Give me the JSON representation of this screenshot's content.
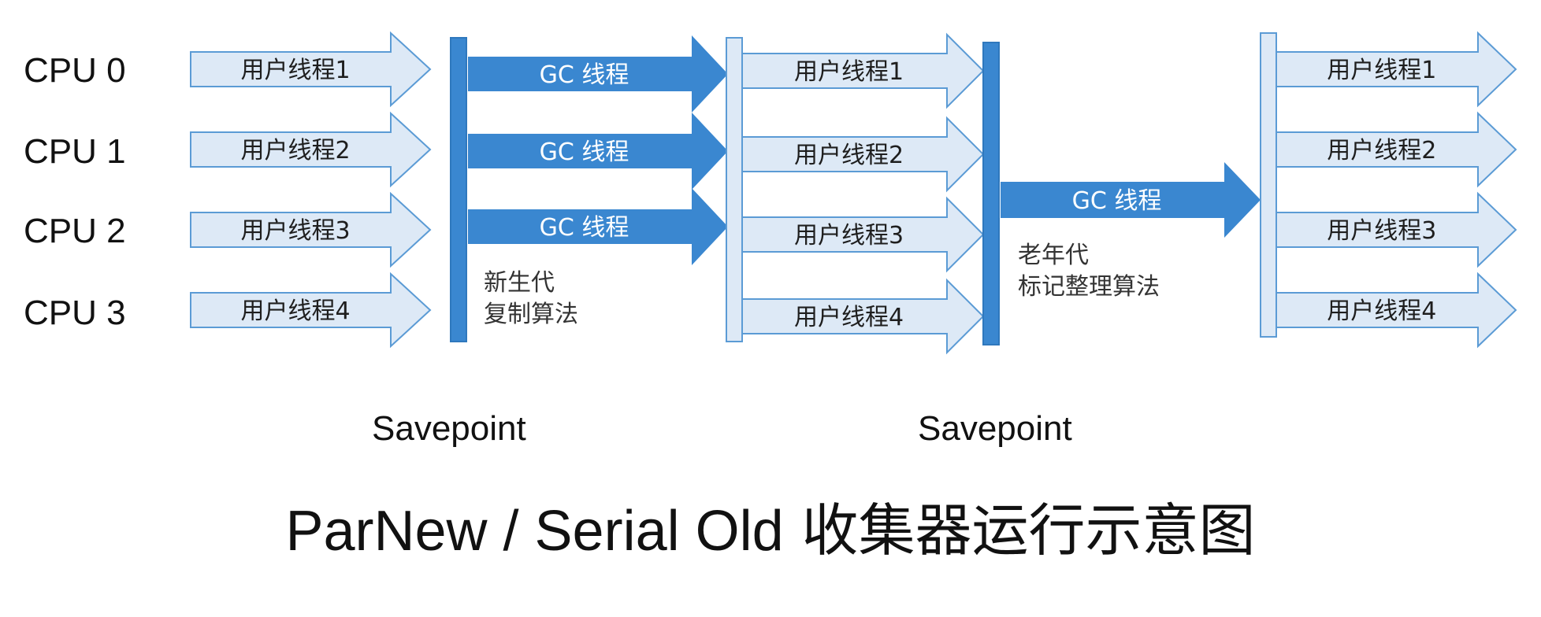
{
  "cpus": [
    "CPU 0",
    "CPU 1",
    "CPU 2",
    "CPU 3"
  ],
  "user_threads": [
    "用户线程1",
    "用户线程2",
    "用户线程3",
    "用户线程4"
  ],
  "gc_thread_label": "GC 线程",
  "young_phase": {
    "line1": "新生代",
    "line2": "复制算法"
  },
  "old_phase": {
    "line1": "老年代",
    "line2": "标记整理算法"
  },
  "savepoint_label": "Savepoint",
  "title_en": "ParNew / Serial Old",
  "title_zh": "收集器运行示意图",
  "colors": {
    "light_fill": "#dde9f6",
    "light_stroke": "#5b9bd5",
    "dark_fill": "#3a87d0",
    "gc_text": "#ffffff",
    "user_text": "#1e1e1e"
  }
}
